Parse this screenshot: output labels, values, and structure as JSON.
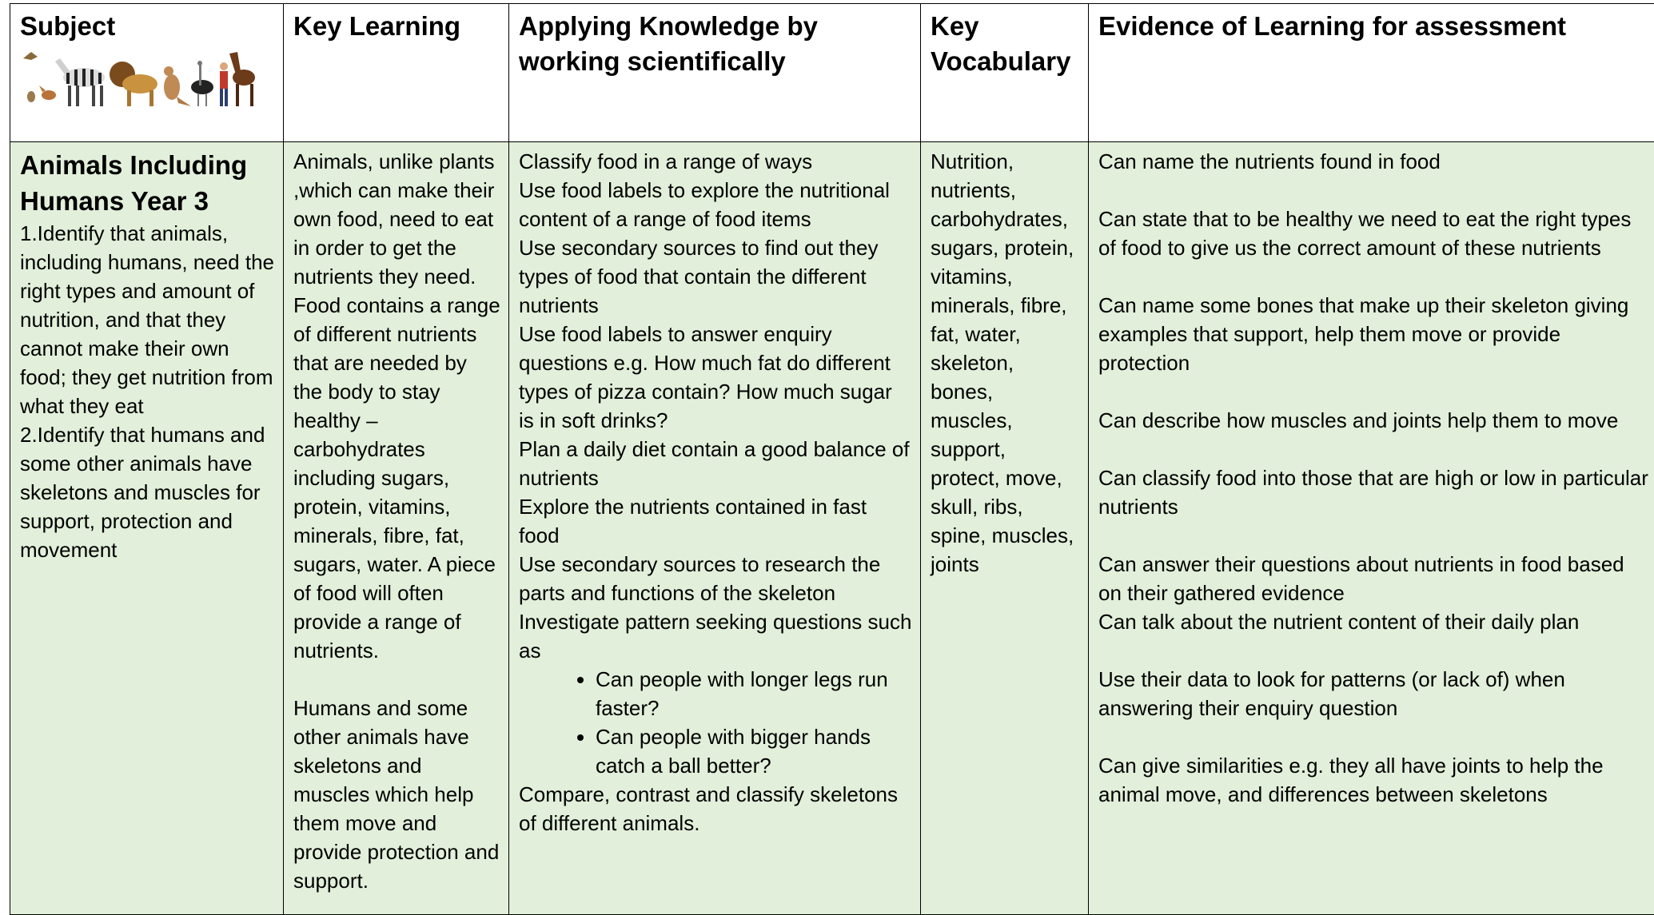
{
  "headers": {
    "subject": "Subject",
    "key_learning": "Key Learning",
    "applying": "Applying Knowledge by working scientifically",
    "vocabulary": "Key Vocabulary",
    "evidence": "Evidence of Learning for assessment"
  },
  "subject": {
    "title": "Animals Including Humans Year 3",
    "objective_1": "1.Identify that animals, including humans, need the right types and amount of nutrition, and that they cannot make their own food; they get nutrition from what they eat",
    "objective_2": "2.Identify that humans and some other animals have skeletons and muscles for support, protection and movement",
    "image_icon": "animals-row-icon"
  },
  "key_learning": {
    "para_1": "Animals, unlike plants ,which can make their own food, need to eat in order to get the nutrients they need. Food contains a range of different nutrients that are needed by the body to stay healthy – carbohydrates including sugars, protein, vitamins, minerals, fibre, fat, sugars, water. A piece of food will often provide a range of nutrients.",
    "para_2": "Humans and some other animals have skeletons and muscles which help them move and provide protection and support."
  },
  "applying": {
    "lines": [
      "Classify food in a range of ways",
      "Use food labels to explore the nutritional content of a range of food items",
      "Use secondary sources to find out they types of food that contain the different nutrients",
      "Use food labels to answer enquiry questions e.g. How much fat do different types of pizza contain? How much sugar is in soft drinks?",
      "Plan a daily diet contain a good balance of nutrients",
      "Explore the nutrients contained in fast food",
      "Use secondary sources to research the parts and functions of the skeleton",
      "Investigate pattern seeking questions such as"
    ],
    "bullets": [
      "Can people with longer legs run faster?",
      "Can people with bigger hands catch a ball better?"
    ],
    "closing": "Compare, contrast and classify skeletons of different animals."
  },
  "vocabulary": {
    "text": "Nutrition, nutrients, carbohydrates, sugars, protein, vitamins, minerals, fibre, fat, water, skeleton, bones, muscles, support, protect, move, skull, ribs, spine, muscles, joints"
  },
  "evidence": {
    "item_1": "Can name the nutrients found in food",
    "item_2": "Can state that to be healthy we need to eat the right types of food to give us the correct amount of these nutrients",
    "item_3": "Can name some bones that make up their skeleton giving examples that support, help them move or provide protection",
    "item_4": "Can describe how muscles and joints help them to move",
    "item_5": "Can classify food into those that are high or low in particular nutrients",
    "item_6": "Can answer their questions about nutrients in food based on their gathered evidence",
    "item_7": "Can talk about the nutrient content of their daily plan",
    "item_8": "Use their data to look for patterns (or lack of) when answering their enquiry question",
    "item_9": "Can give similarities e.g. they all have joints to help the animal move, and differences between skeletons"
  },
  "colors": {
    "body_background": "#e2efda",
    "header_background": "#ffffff",
    "border": "#000000"
  }
}
